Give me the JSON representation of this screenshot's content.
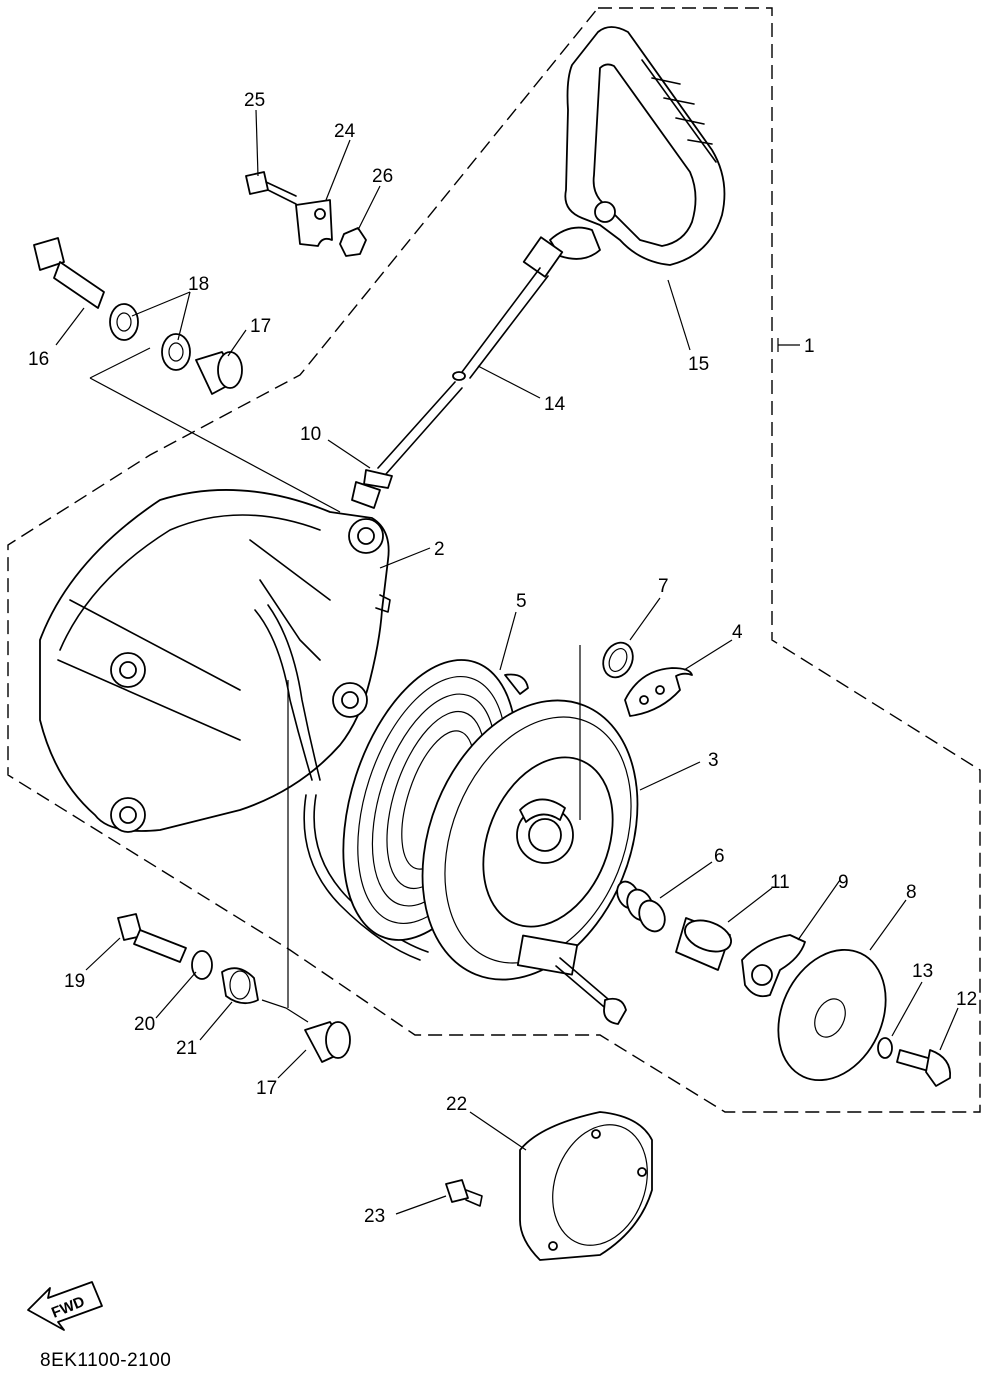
{
  "diagram": {
    "callouts": [
      {
        "id": "c1",
        "label": "1"
      },
      {
        "id": "c2",
        "label": "2"
      },
      {
        "id": "c3",
        "label": "3"
      },
      {
        "id": "c4",
        "label": "4"
      },
      {
        "id": "c5",
        "label": "5"
      },
      {
        "id": "c6",
        "label": "6"
      },
      {
        "id": "c7",
        "label": "7"
      },
      {
        "id": "c8",
        "label": "8"
      },
      {
        "id": "c9",
        "label": "9"
      },
      {
        "id": "c10",
        "label": "10"
      },
      {
        "id": "c11",
        "label": "11"
      },
      {
        "id": "c12",
        "label": "12"
      },
      {
        "id": "c13",
        "label": "13"
      },
      {
        "id": "c14",
        "label": "14"
      },
      {
        "id": "c15",
        "label": "15"
      },
      {
        "id": "c16",
        "label": "16"
      },
      {
        "id": "c17a",
        "label": "17"
      },
      {
        "id": "c17b",
        "label": "17"
      },
      {
        "id": "c18",
        "label": "18"
      },
      {
        "id": "c19",
        "label": "19"
      },
      {
        "id": "c20",
        "label": "20"
      },
      {
        "id": "c21",
        "label": "21"
      },
      {
        "id": "c22",
        "label": "22"
      },
      {
        "id": "c23",
        "label": "23"
      },
      {
        "id": "c24",
        "label": "24"
      },
      {
        "id": "c25",
        "label": "25"
      },
      {
        "id": "c26",
        "label": "26"
      }
    ],
    "fwd_label": "FWD",
    "drawing_code": "8EK1100-2100"
  }
}
